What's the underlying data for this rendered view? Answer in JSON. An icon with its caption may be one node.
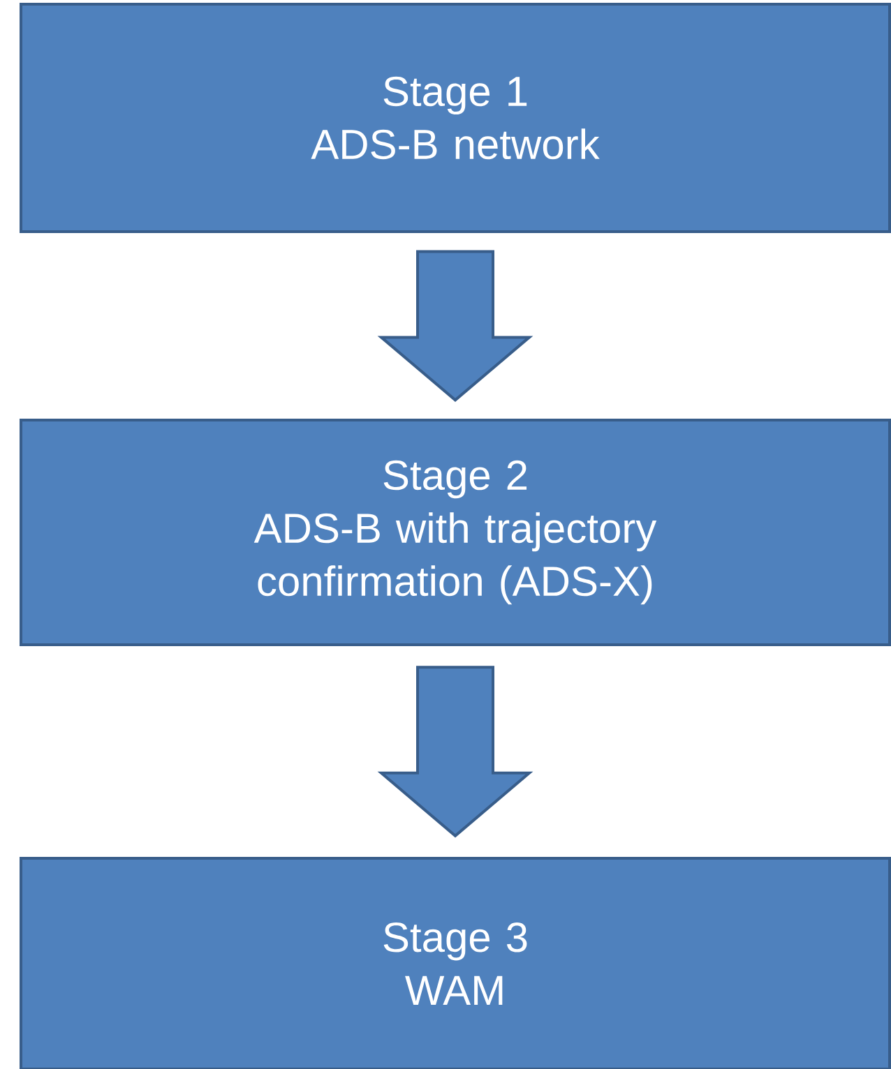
{
  "diagram": {
    "nodes": [
      {
        "text": [
          "Stage 1",
          "ADS-B network"
        ]
      },
      {
        "text": [
          "Stage 2",
          "ADS-B with trajectory confirmation (ADS-X)"
        ]
      },
      {
        "text": [
          "Stage 3",
          "WAM"
        ]
      }
    ],
    "edges": [
      {
        "from": 0,
        "to": 1,
        "arrow": "to"
      },
      {
        "from": 1,
        "to": 2,
        "arrow": "to"
      }
    ]
  }
}
